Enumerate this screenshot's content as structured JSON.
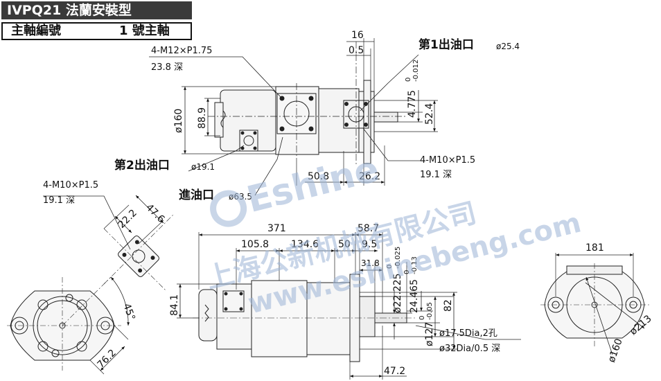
{
  "header": {
    "title": "IVPQ21 法蘭安裝型",
    "spec_label": "主軸編號",
    "spec_value": "1 號主軸"
  },
  "top_view": {
    "bolt1": "4-M12×P1.75",
    "bolt1_depth": "23.8 深",
    "d160": "ø160",
    "d88_9": "88.9",
    "d16": "16",
    "d0_5": "0.5",
    "outlet1_label": "第1出油口",
    "outlet1_dia": "ø25.4",
    "d4_775": "4.775",
    "tol_0": "0",
    "tol_012": "-0.012",
    "d52_4": "52.4",
    "outlet2_label": "第2出油口",
    "outlet2_dia": "ø19.1",
    "bolt2": "4-M10×P1.5",
    "bolt2_depth": "19.1 深",
    "inlet_label": "進油口",
    "inlet_dia": "ø63.5",
    "d50_8": "50.8",
    "d26_2": "26.2"
  },
  "left_view": {
    "bolt": "4-M10×P1.5",
    "bolt_depth": "19.1 深",
    "d22_2": "22.2",
    "d47_6": "47.6",
    "angle": "45°",
    "d76_2": "76.2"
  },
  "front_view": {
    "d371": "371",
    "d58_7": "58.7",
    "d105_8": "105.8",
    "d134_6": "134.6",
    "d50": "50",
    "d9_5": "9.5",
    "d31_8": "31.8",
    "d22_225": "ø22.225",
    "tol_22_top": "0",
    "tol_22_bot": "-0.025",
    "d24_465": "24.465",
    "tol_24_top": "0",
    "tol_24_bot": "-0.13",
    "d127": "ø127",
    "tol_127_top": "0",
    "tol_127_bot": "-0.05",
    "d82": "82",
    "d84_1": "84.1",
    "d47_2": "47.2",
    "holes": "ø17.5Dia,2孔",
    "counterbore": "ø32Dia/0.5 深"
  },
  "right_view": {
    "d181": "181",
    "d213": "ø213",
    "d160": "ø160"
  },
  "watermark": {
    "brand": "Eshine",
    "company": "上海公新机械有限公司",
    "url": "www.eshinebeng.com"
  }
}
